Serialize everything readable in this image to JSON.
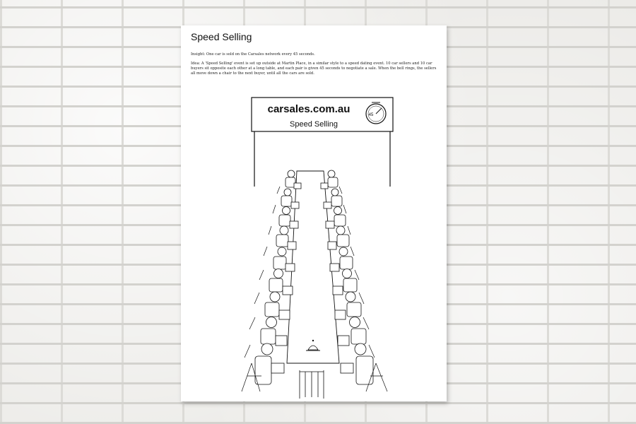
{
  "poster": {
    "title": "Speed Selling",
    "insight": "Insight: One car is sold on the Carsales network every 45 seconds.",
    "idea": "Idea: A 'Speed Selling' event is set up outside at Martin Place, in a similar style to a speed dating event. 10 car sellers and 10 car buyers sit opposite each other at a long table, and each pair is given 45 seconds to negotiate a sale. When the bell rings, the sellers all move down a chair to the next buyer, until all the cars are sold."
  },
  "banner": {
    "brand": "carsales.com.au",
    "subtitle": "Speed Selling",
    "clock_number": "45"
  },
  "icons": {
    "clock": "stopwatch-icon",
    "bell": "desk-bell-icon"
  }
}
